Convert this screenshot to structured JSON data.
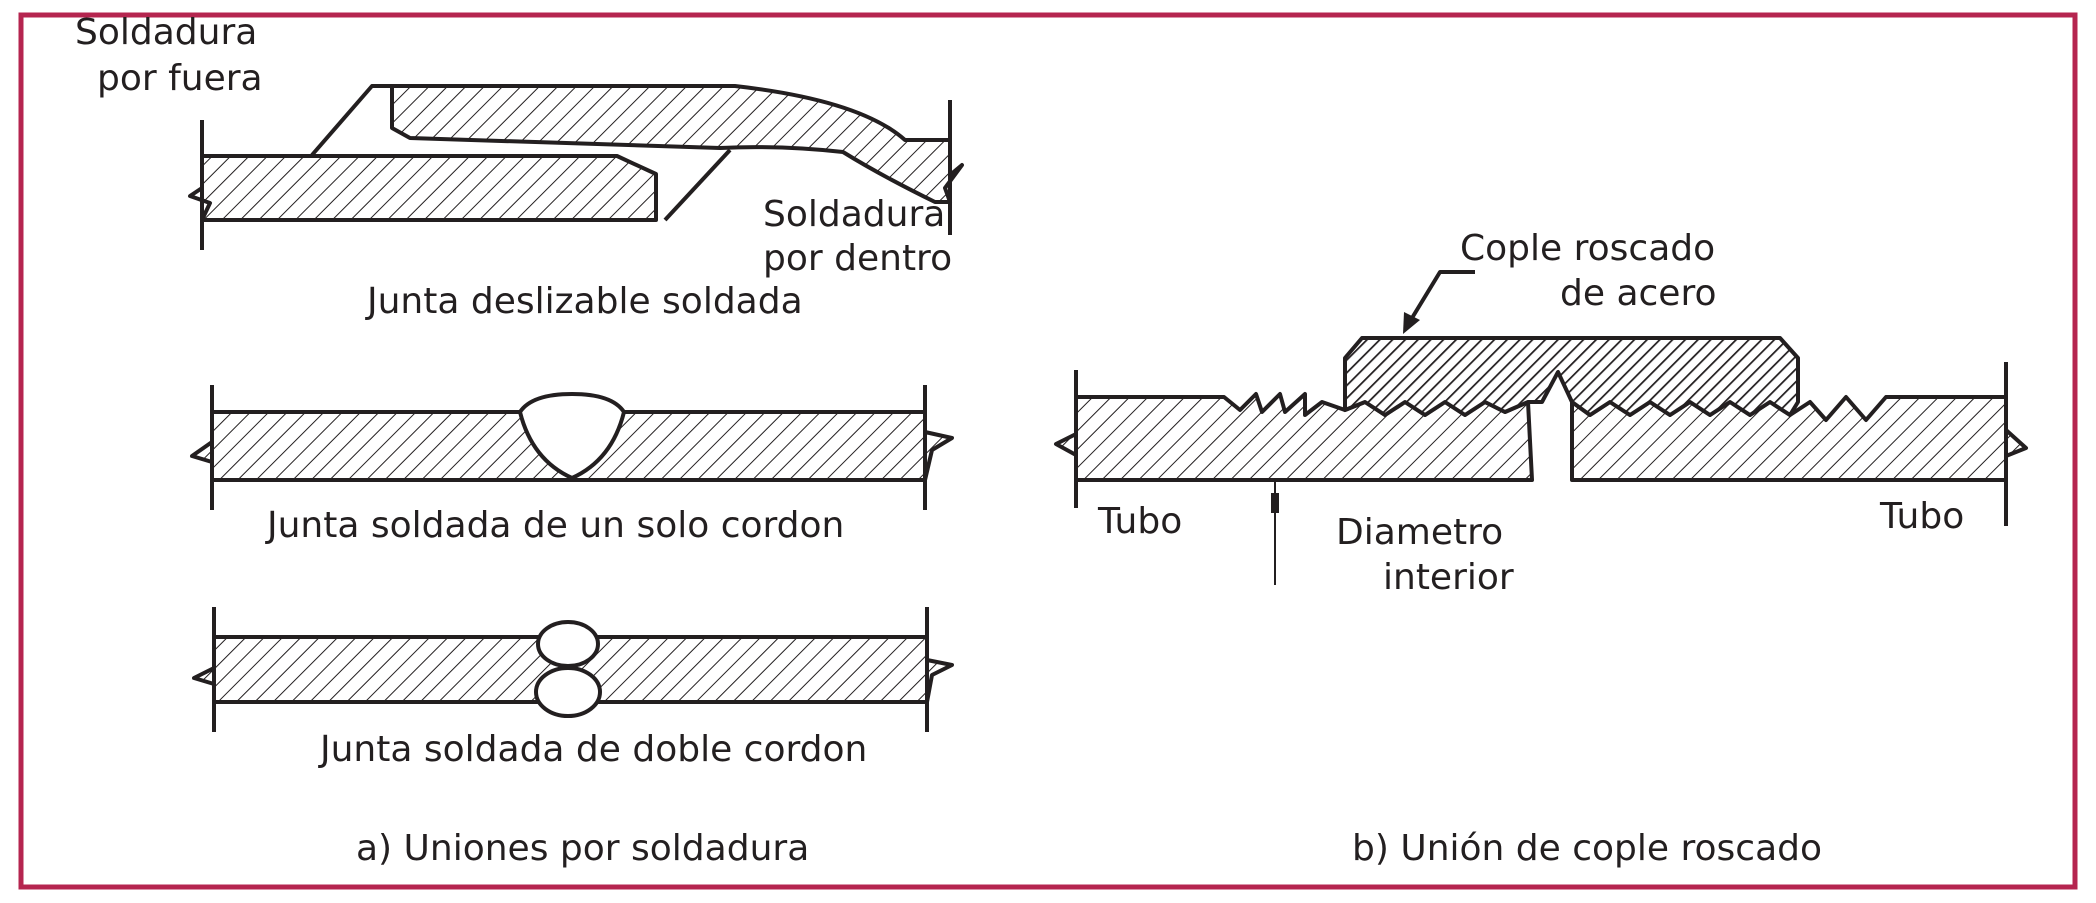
{
  "colors": {
    "frame": "#b5254f",
    "ink": "#231f20",
    "background": "#ffffff"
  },
  "part_a": {
    "caption": "a) Uniones por soldadura",
    "slip_joint": {
      "title": "Junta deslizable soldada",
      "outside_weld_line1": "Soldadura",
      "outside_weld_line2": "por fuera",
      "inside_weld_line1": "Soldadura",
      "inside_weld_line2": "por dentro"
    },
    "single_bead": {
      "title": "Junta soldada de un solo cordon"
    },
    "double_bead": {
      "title": "Junta soldada de doble cordon"
    }
  },
  "part_b": {
    "caption": "b) Unión de cople roscado",
    "coupling_line1": "Cople roscado",
    "coupling_line2": "de acero",
    "tube_left": "Tubo",
    "tube_right": "Tubo",
    "inner_diameter_line1": "Diametro",
    "inner_diameter_line2": "interior"
  }
}
